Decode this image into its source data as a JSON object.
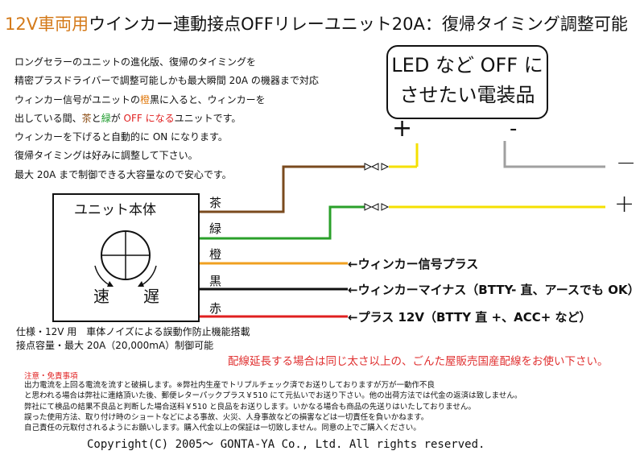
{
  "title": {
    "prefix": "12V車両用",
    "rest": "ウインカー連動接点OFFリレーユニット20A：復帰タイミング調整可能"
  },
  "description": {
    "line1": "ロングセラーのユニットの進化版、復帰のタイミングを",
    "line2": "精密プラスドライバーで調整可能しかも最大瞬間 20A の機器まで対応",
    "line3_a": "ウィンカー信号がユニットの",
    "line3_b": "橙",
    "line3_c": "黒",
    "line3_d": "に入ると、ウィンカーを",
    "line4_a": "出している間、",
    "line4_b": "茶",
    "line4_c": "と",
    "line4_d": "緑",
    "line4_e": "が ",
    "line4_f": "OFF になる",
    "line4_g": "ユニットです。",
    "line5": "ウィンカーを下げると自動的に ON になります。",
    "line6": "復帰タイミングは好みに調整して下さい。",
    "line7": "最大 20A まで制御できる大容量なので安心です。"
  },
  "device": {
    "line1": "LED など OFF に",
    "line2": "させたい電装品",
    "plus": "+",
    "minus": "-"
  },
  "terminals": {
    "minus": "−",
    "plus": "+"
  },
  "unit": {
    "title": "ユニット本体",
    "fast": "速",
    "slow": "遅"
  },
  "wires": {
    "brown": {
      "label": "茶",
      "color": "#7a4a1e"
    },
    "green": {
      "label": "緑",
      "color": "#2aa02a"
    },
    "orange": {
      "label": "橙",
      "color": "#f0a020"
    },
    "black": {
      "label": "黒",
      "color": "#111111"
    },
    "red": {
      "label": "赤",
      "color": "#e02020"
    }
  },
  "colors": {
    "yellow": "#f5e000",
    "gray": "#a0a0a0",
    "red": "#e02020"
  },
  "signals": {
    "orange": "←ウィンカー信号プラス",
    "black": "←ウィンカーマイナス（BTTY- 直、アースでも OK）",
    "red": "←プラス 12V（BTTY 直 +、ACC+ など）"
  },
  "spec": {
    "line1": "仕様・12V 用　車体ノイズによる誤動作防止機能搭載",
    "line2": "接点容量・最大 20A（20,000mA）制御可能"
  },
  "warning": "配線延長する場合は同じ太さ以上の、ごんた屋販売国産配線をお使い下さい。",
  "notice": {
    "title": "注意・免責事項",
    "lines": [
      "出力電流を上回る電流を流すと破損します。※弊社内生産でトリプルチェック済でお送りしておりますが万が一動作不良",
      "と思われる場合は弊社に連絡頂いた後、郵便レターパックプラス￥510 にて元払いでお送り下さい。他の出荷方法では代金の返済は致しません。",
      "弊社にて検品の結果不良品と判断した場合送料￥510 と良品をお送りします。いかなる場合も商品の先送りはいたしておりません。",
      "誤った使用方法、取り付け時のショートなどによる事故、火災、人身事故などの損害などは一切責任を負いかねます。",
      "自己責任の元取付されるようにお願いします。購入代金以上の保証は一切致しません。同意の上でご購入ください。"
    ]
  },
  "copyright": "Copyright(C)  2005～  GONTA-YA Co., Ltd.  All rights reserved."
}
